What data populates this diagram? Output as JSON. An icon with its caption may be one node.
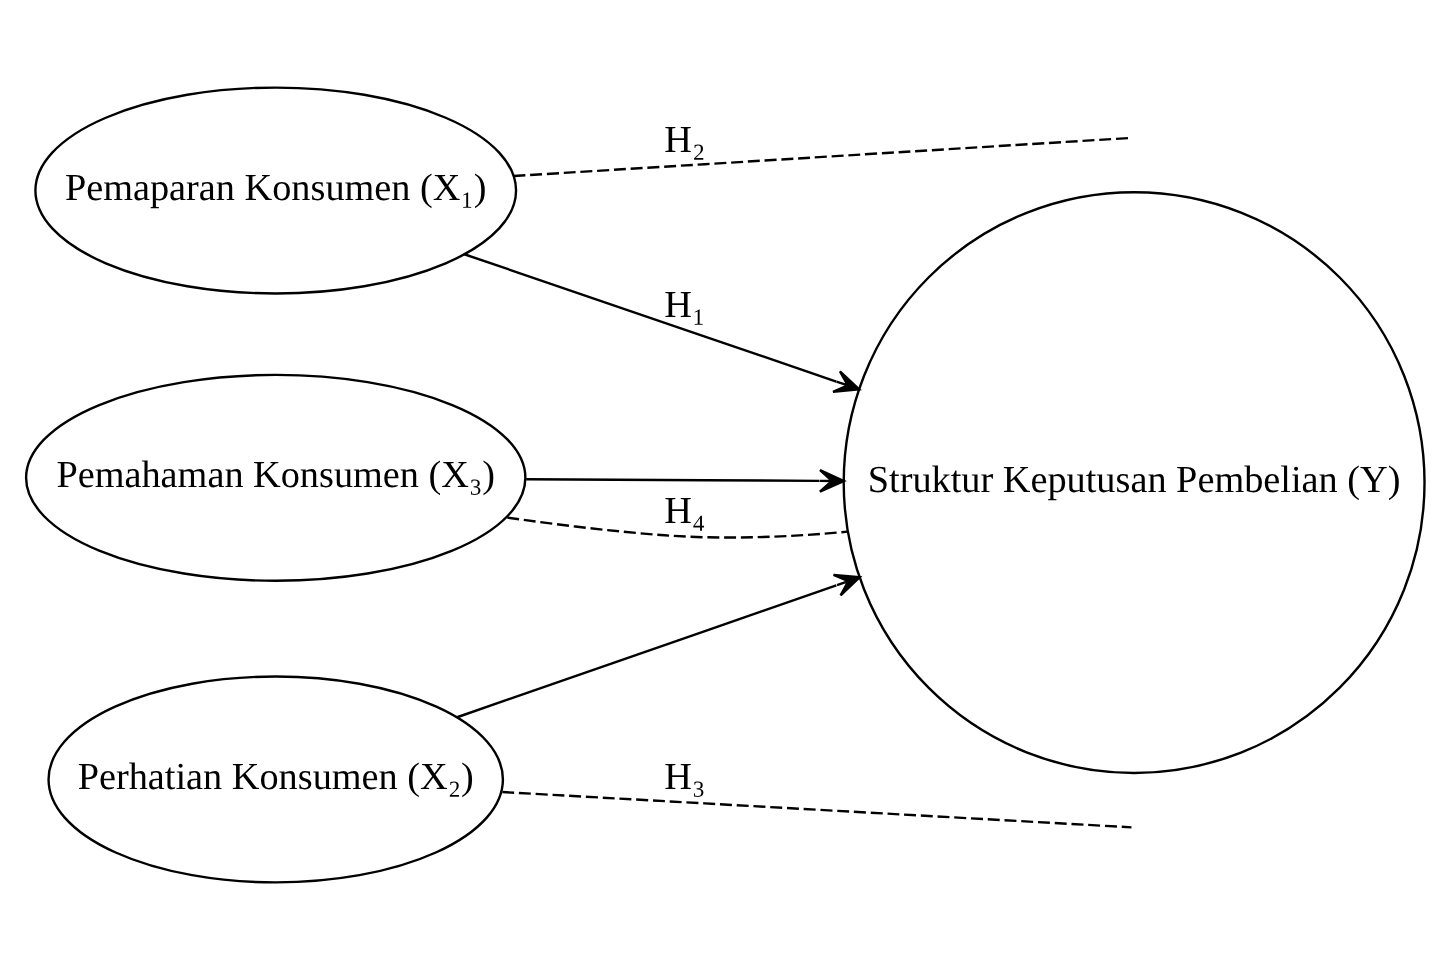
{
  "diagram": {
    "nodes": [
      {
        "text": [
          "Pemaparan Konsumen (X₁)"
        ]
      },
      {
        "text": [
          "Perhatian Konsumen (X₂)"
        ]
      },
      {
        "text": [
          "Pemahaman Konsumen (X₃)"
        ]
      },
      {
        "text": [
          "Struktur Keputusan Pembelian (Y)"
        ]
      }
    ],
    "edges": [
      {
        "from": 0,
        "to": 3,
        "arrow": "to",
        "label": "H₁"
      },
      {
        "from": 1,
        "to": 3,
        "arrow": "to"
      },
      {
        "from": 2,
        "to": 3,
        "arrow": "to"
      },
      {
        "from": 0,
        "to": null,
        "arrow": "none",
        "label": "H₂",
        "style": "dashed"
      },
      {
        "from": 1,
        "to": null,
        "arrow": "none",
        "label": "H₃",
        "style": "dashed"
      },
      {
        "from": 2,
        "to": 3,
        "arrow": "none",
        "label": "H₄",
        "style": "dashed"
      }
    ]
  }
}
